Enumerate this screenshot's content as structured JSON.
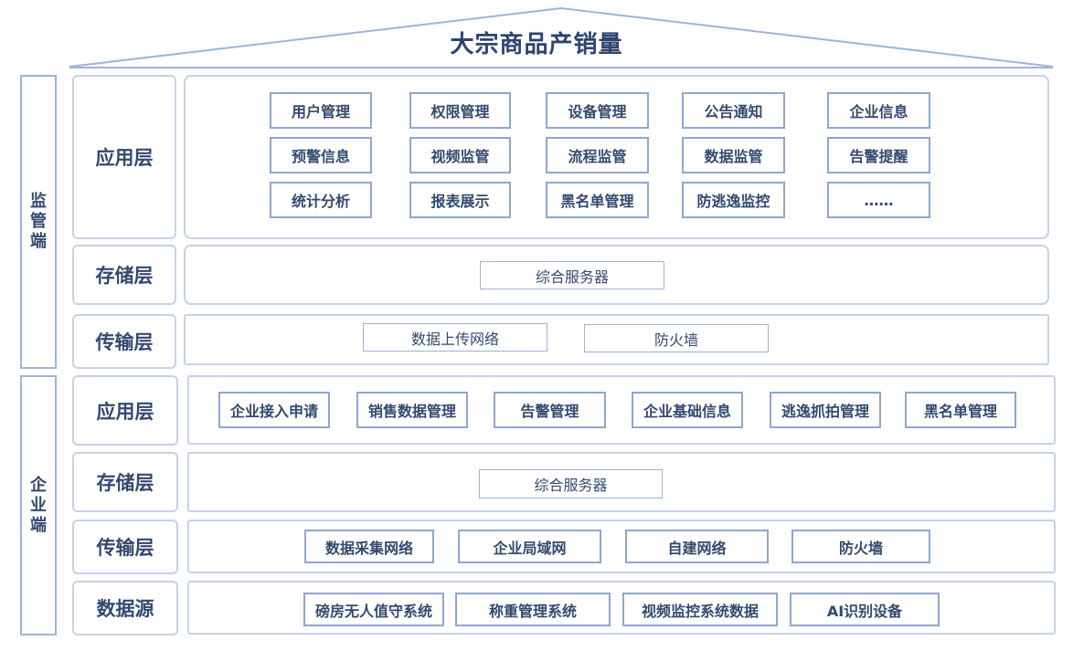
{
  "title": "大宗商品产销量",
  "supervision": {
    "side_label": [
      "监",
      "管",
      "端"
    ],
    "app_label": "应用层",
    "app_items": [
      "用户管理",
      "权限管理",
      "设备管理",
      "公告通知",
      "企业信息",
      "预警信息",
      "视频监管",
      "流程监管",
      "数据监管",
      "告警提醒",
      "统计分析",
      "报表展示",
      "黑名单管理",
      "防逃逸监控",
      "……"
    ],
    "storage_label": "存储层",
    "storage_items": [
      "综合服务器"
    ],
    "transport_label": "传输层",
    "transport_items": [
      "数据上传网络",
      "防火墙"
    ]
  },
  "enterprise": {
    "side_label": [
      "企",
      "业",
      "端"
    ],
    "app_label": "应用层",
    "app_items": [
      "企业接入申请",
      "销售数据管理",
      "告警管理",
      "企业基础信息",
      "逃逸抓拍管理",
      "黑名单管理"
    ],
    "storage_label": "存储层",
    "storage_items": [
      "综合服务器"
    ],
    "transport_label": "传输层",
    "transport_items": [
      "数据采集网络",
      "企业局域网",
      "自建网络",
      "防火墙"
    ],
    "datasource_label": "数据源",
    "datasource_items": [
      "磅房无人值守系统",
      "称重管理系统",
      "视频监控系统数据",
      "AI识别设备"
    ]
  }
}
